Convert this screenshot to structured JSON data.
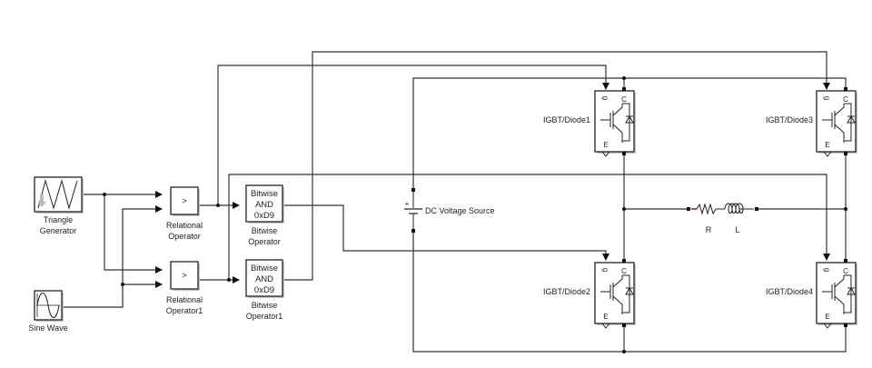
{
  "diagram": {
    "type": "simulink-model",
    "blocks": {
      "triangle": {
        "name_line1": "Triangle",
        "name_line2": "Generator",
        "icon": "triangle-wave-icon"
      },
      "sine": {
        "name": "Sine Wave",
        "icon": "sine-wave-icon"
      },
      "relop1": {
        "symbol": ">",
        "name_line1": "Relational",
        "name_line2": "Operator"
      },
      "relop2": {
        "symbol": ">",
        "name_line1": "Relational",
        "name_line2": "Operator1"
      },
      "bitop1": {
        "line1": "Bitwise",
        "line2": "AND",
        "line3": "0xD9",
        "name_line1": "Bitwise",
        "name_line2": "Operator"
      },
      "bitop2": {
        "line1": "Bitwise",
        "line2": "AND",
        "line3": "0xD9",
        "name_line1": "Bitwise",
        "name_line2": "Operator1"
      },
      "dc": {
        "name": "DC Voltage Source",
        "plus": "+"
      },
      "igbt1": {
        "name": "IGBT/Diode1",
        "g": "g",
        "c": "C",
        "e": "E"
      },
      "igbt2": {
        "name": "IGBT/Diode2",
        "g": "g",
        "c": "C",
        "e": "E"
      },
      "igbt3": {
        "name": "IGBT/Diode3",
        "g": "g",
        "c": "C",
        "e": "E"
      },
      "igbt4": {
        "name": "IGBT/Diode4",
        "g": "g",
        "c": "C",
        "e": "E"
      },
      "r": {
        "name": "R"
      },
      "l": {
        "name": "L"
      }
    },
    "colors": {
      "wire": "#333333",
      "block_border": "#222222",
      "shadow": "#c8c8c8",
      "resistor_port": "#cc0000"
    }
  }
}
